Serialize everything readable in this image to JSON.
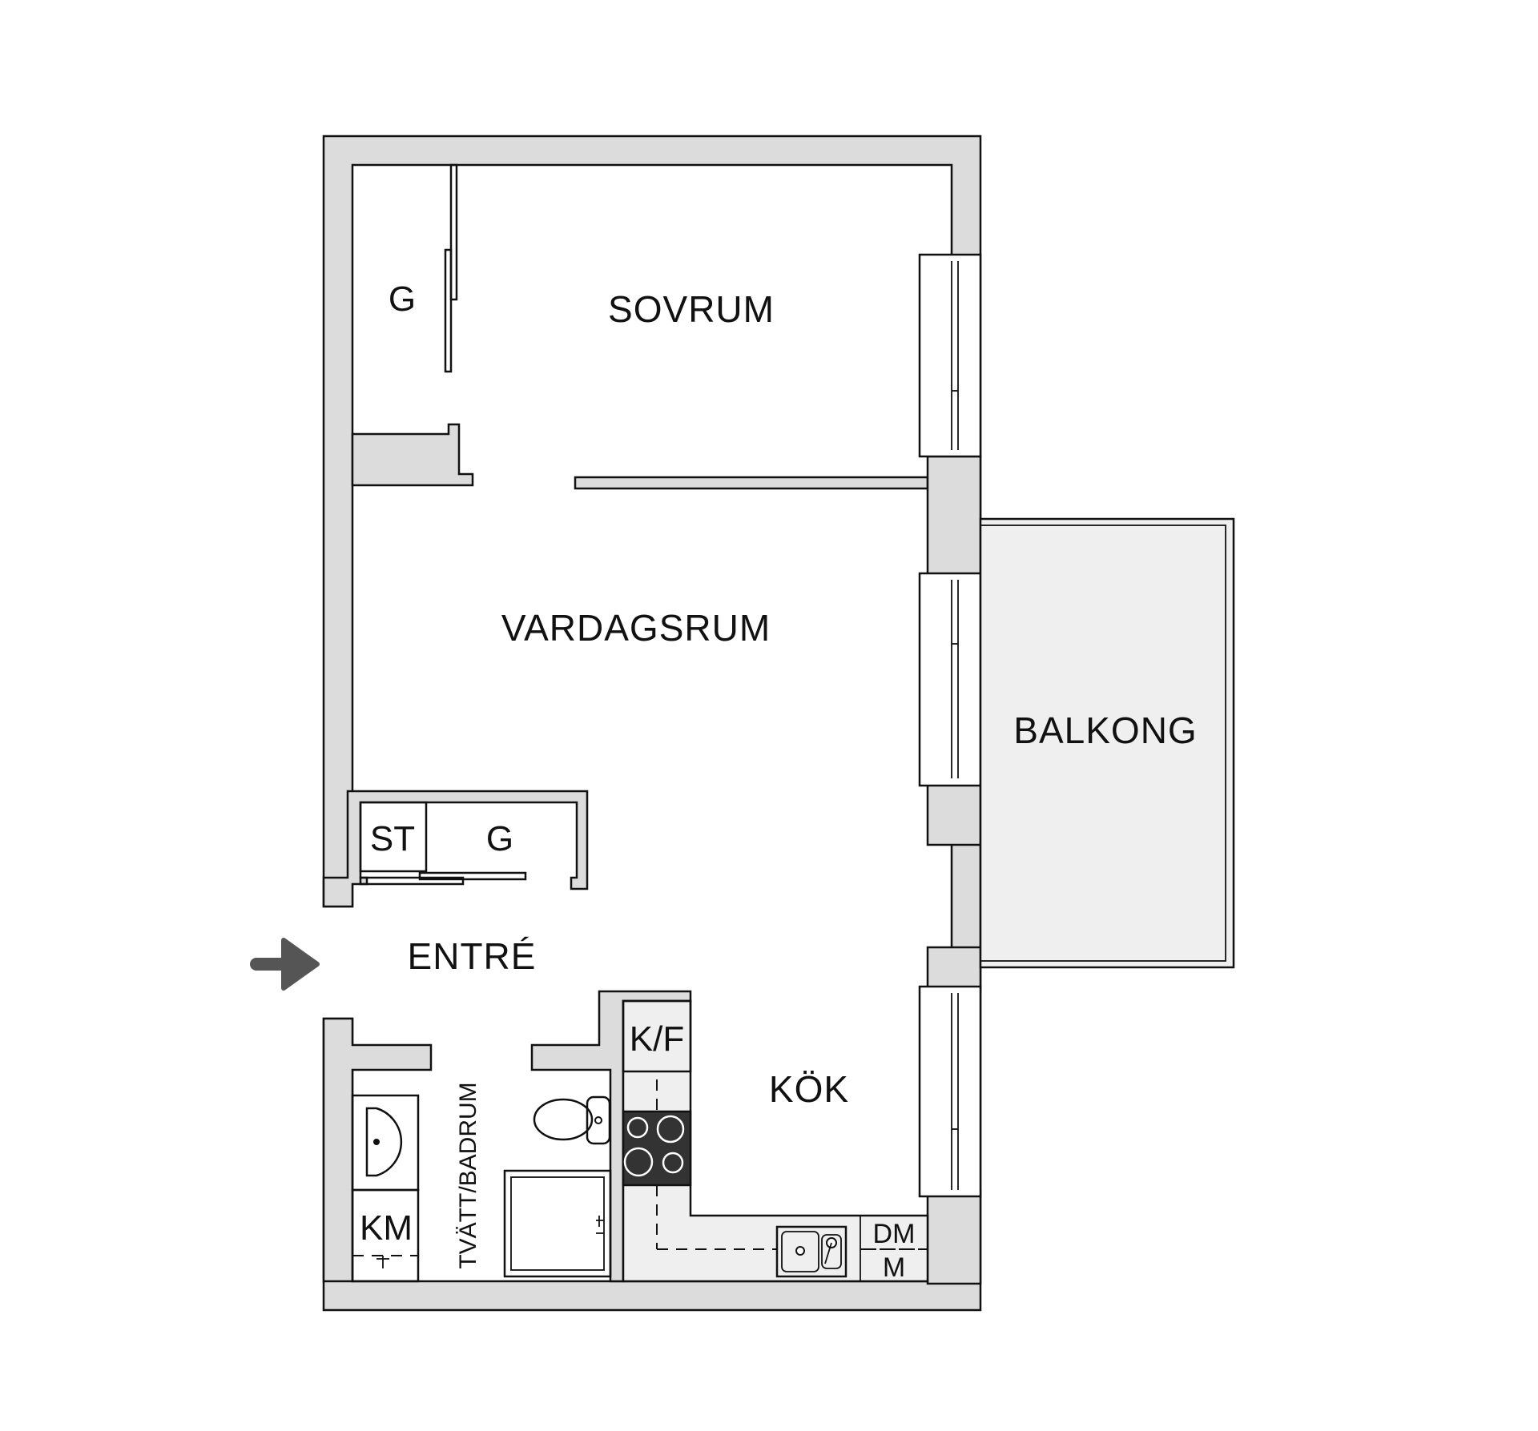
{
  "rooms": {
    "sovrum": "SOVRUM",
    "vardagsrum": "VARDAGSRUM",
    "balkong": "BALKONG",
    "entre": "ENTRÉ",
    "kok": "KÖK",
    "badrum": "TVÄTT/BADRUM"
  },
  "fixtures": {
    "closet_bedroom": "G",
    "closet_hall": "G",
    "storage": "ST",
    "fridge": "K/F",
    "washer": "KM",
    "dishwasher_line1": "DM",
    "dishwasher_line2": "M"
  },
  "icons": {
    "entrance": "entrance-arrow-icon"
  },
  "colors": {
    "wall": "#dcdcdc",
    "balcony": "#efefef",
    "stove": "#333333",
    "arrow": "#555555"
  }
}
